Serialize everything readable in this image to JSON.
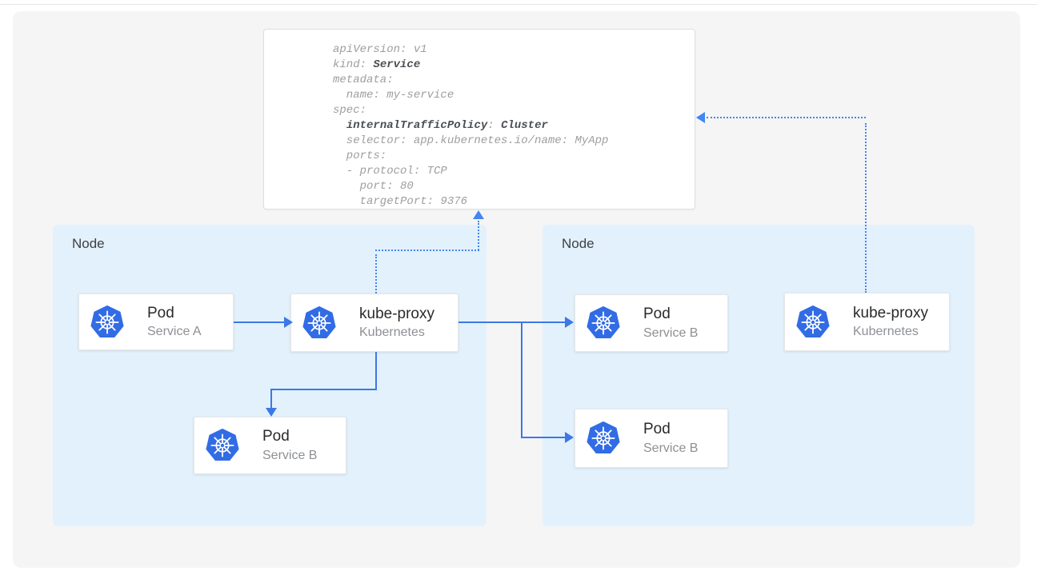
{
  "canvas": {
    "panel_bg": "#f5f5f6",
    "node_bg": "#e3f1fc",
    "arrow_solid": "#3b78e8",
    "arrow_dotted": "#4285f4",
    "kubernetes_blue": "#326ce5"
  },
  "yaml_panel": {
    "lines": [
      {
        "segments": [
          {
            "text": "apiVersion: v1",
            "bold": false
          }
        ]
      },
      {
        "segments": [
          {
            "text": "kind: ",
            "bold": false
          },
          {
            "text": "Service",
            "bold": true
          }
        ]
      },
      {
        "segments": [
          {
            "text": "metadata:",
            "bold": false
          }
        ]
      },
      {
        "segments": [
          {
            "text": "  name: my-service",
            "bold": false
          }
        ]
      },
      {
        "segments": [
          {
            "text": "spec:",
            "bold": false
          }
        ]
      },
      {
        "segments": [
          {
            "text": "  ",
            "bold": false
          },
          {
            "text": "internalTrafficPolicy",
            "bold": true
          },
          {
            "text": ": ",
            "bold": false
          },
          {
            "text": "Cluster",
            "bold": true
          }
        ]
      },
      {
        "segments": [
          {
            "text": "  selector: app.kubernetes.io/name: MyApp",
            "bold": false
          }
        ]
      },
      {
        "segments": [
          {
            "text": "  ports:",
            "bold": false
          }
        ]
      },
      {
        "segments": [
          {
            "text": "  - protocol: TCP",
            "bold": false
          }
        ]
      },
      {
        "segments": [
          {
            "text": "    port: 80",
            "bold": false
          }
        ]
      },
      {
        "segments": [
          {
            "text": "    targetPort: 9376",
            "bold": false
          }
        ]
      }
    ]
  },
  "left_node": {
    "label": "Node"
  },
  "right_node": {
    "label": "Node"
  },
  "cards": {
    "pod_a": {
      "title": "Pod",
      "subtitle": "Service A"
    },
    "kube_proxy_left": {
      "title": "kube-proxy",
      "subtitle": "Kubernetes"
    },
    "pod_b_left": {
      "title": "Pod",
      "subtitle": "Service B"
    },
    "pod_b_right_top": {
      "title": "Pod",
      "subtitle": "Service B"
    },
    "pod_b_right_bottom": {
      "title": "Pod",
      "subtitle": "Service B"
    },
    "kube_proxy_right": {
      "title": "kube-proxy",
      "subtitle": "Kubernetes"
    }
  }
}
